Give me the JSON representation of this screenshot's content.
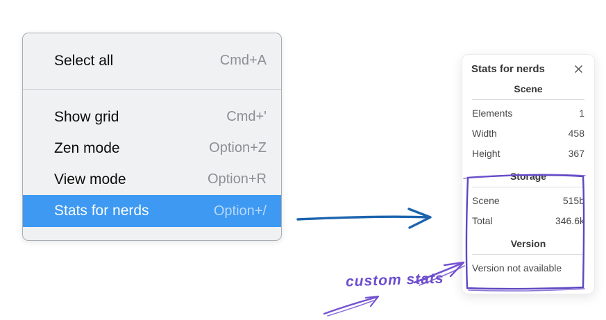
{
  "menu": {
    "sections": [
      {
        "items": [
          {
            "label": "Select all",
            "shortcut": "Cmd+A",
            "highlighted": false
          }
        ]
      },
      {
        "items": [
          {
            "label": "Show grid",
            "shortcut": "Cmd+'",
            "highlighted": false
          },
          {
            "label": "Zen mode",
            "shortcut": "Option+Z",
            "highlighted": false
          },
          {
            "label": "View mode",
            "shortcut": "Option+R",
            "highlighted": false
          },
          {
            "label": "Stats for nerds",
            "shortcut": "Option+/",
            "highlighted": true
          }
        ]
      }
    ]
  },
  "stats_panel": {
    "title": "Stats for nerds",
    "sections": [
      {
        "title": "Scene",
        "rows": [
          {
            "label": "Elements",
            "value": "1"
          },
          {
            "label": "Width",
            "value": "458"
          },
          {
            "label": "Height",
            "value": "367"
          }
        ]
      },
      {
        "title": "Storage",
        "rows": [
          {
            "label": "Scene",
            "value": "515b"
          },
          {
            "label": "Total",
            "value": "346.6k"
          }
        ]
      },
      {
        "title": "Version",
        "rows": [
          {
            "label": "Version not available",
            "value": ""
          }
        ]
      }
    ]
  },
  "annotations": {
    "custom_stats_label": "custom stats"
  },
  "colors": {
    "menu_highlight": "#3d99f2",
    "arrow_blue": "#1c64ae",
    "annotation_purple": "#7453d0",
    "annotation_box_purple": "#5d47c2"
  }
}
